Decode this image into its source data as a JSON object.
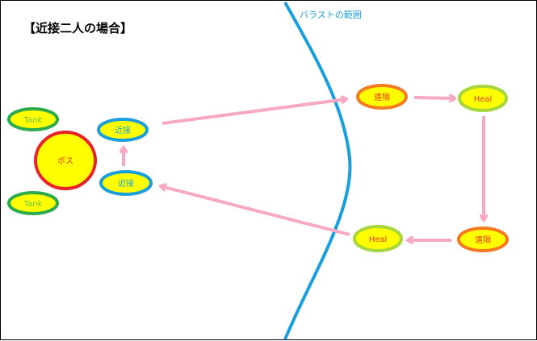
{
  "title": "【近接二人の場合】",
  "ballast_label": "バラストの範囲",
  "colors": {
    "arrow": "#f7a8c4",
    "ballast_line": "#1a9fdb",
    "node_fill": "#ffff00"
  },
  "nodes": {
    "boss": {
      "label": "ボス",
      "text_color": "#e8361d",
      "stroke": "#e8242a"
    },
    "tank_top": {
      "label": "Tank",
      "text_color": "#6cc24a",
      "stroke": "#2bab4a"
    },
    "tank_bottom": {
      "label": "Tank",
      "text_color": "#6cc24a",
      "stroke": "#2bab4a"
    },
    "melee_top": {
      "label": "近接",
      "text_color": "#1a9fdb",
      "stroke": "#1a9fdb"
    },
    "melee_bottom": {
      "label": "近接",
      "text_color": "#1a9fdb",
      "stroke": "#1a9fdb"
    },
    "ranged_top": {
      "label": "遠隔",
      "text_color": "#e8361d",
      "stroke": "#f47b20"
    },
    "heal_top": {
      "label": "Heal",
      "text_color": "#e8361d",
      "stroke": "#a6d63c"
    },
    "ranged_bottom": {
      "label": "遠隔",
      "text_color": "#e8361d",
      "stroke": "#f47b20"
    },
    "heal_bottom": {
      "label": "Heal",
      "text_color": "#e8361d",
      "stroke": "#a6d63c"
    }
  }
}
